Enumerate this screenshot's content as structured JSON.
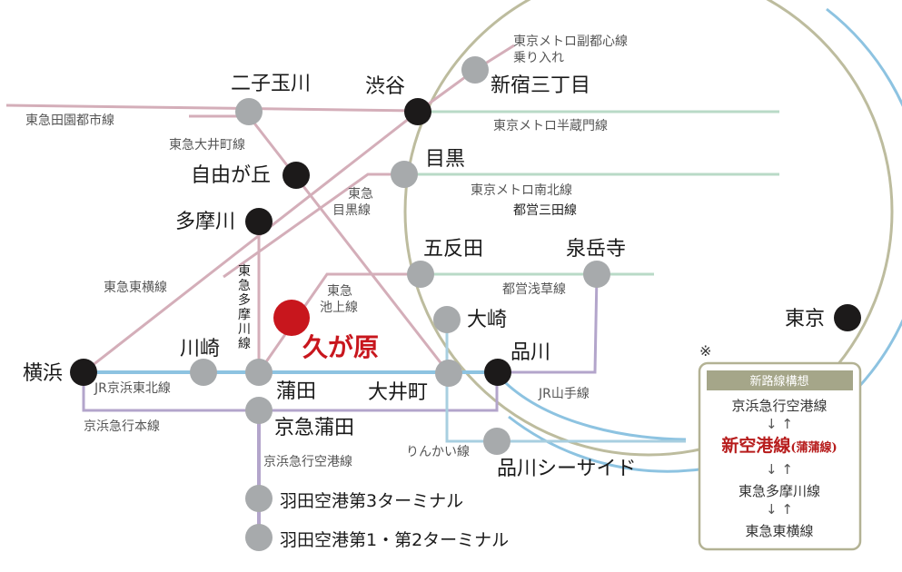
{
  "stations": {
    "futakotamagawa": "二子玉川",
    "shibuya": "渋谷",
    "shinjuku_sanchome": "新宿三丁目",
    "meguro": "目黒",
    "jiyugaoka": "自由が丘",
    "tamagawa": "多摩川",
    "gotanda": "五反田",
    "sengakuji": "泉岳寺",
    "osaki": "大崎",
    "tokyo": "東京",
    "kugahara": "久が原",
    "kawasaki": "川崎",
    "yokohama": "横浜",
    "kamata": "蒲田",
    "oimachi": "大井町",
    "shinagawa": "品川",
    "keikyu_kamata": "京急蒲田",
    "shinagawa_seaside": "品川シーサイド",
    "haneda_t3": "羽田空港第3ターミナル",
    "haneda_t12": "羽田空港第1・第2ターミナル"
  },
  "lines": {
    "denentoshi": "東急田園都市線",
    "fukutoshin_1": "東京メトロ副都心線",
    "fukutoshin_2": "乗り入れ",
    "hanzomon": "東京メトロ半蔵門線",
    "oimachi": "東急大井町線",
    "meguro_line_1": "東急",
    "meguro_line_2": "目黒線",
    "namboku": "東京メトロ南北線",
    "mita": "都営三田線",
    "toyoko": "東急東横線",
    "tamagawa_line": [
      "東",
      "急",
      "多",
      "摩",
      "川",
      "線"
    ],
    "ikegami_1": "東急",
    "ikegami_2": "池上線",
    "asakusa": "都営浅草線",
    "keihin_tohoku": "JR京浜東北線",
    "yamanote": "JR山手線",
    "keikyu_main": "京浜急行本線",
    "rinkai": "りんかい線",
    "keikyu_airport": "京浜急行空港線"
  },
  "note_mark": "※",
  "legend": {
    "title": "新路線構想",
    "item1": "京浜急行空港線",
    "arrow": "↓ ↑",
    "new_line": "新空港線",
    "new_line_sub": "(蒲蒲線)",
    "item3": "東急多摩川線",
    "item4": "東急東横線"
  },
  "colors": {
    "tokyu": "#d4aeb9",
    "loop": "#bdbc9e",
    "metro_green": "#b9dac7",
    "jr_blue": "#8dc3e1",
    "purple": "#b3a5cb",
    "gray_station": "#a7aaac",
    "black_station": "#1c1a1a",
    "highlight": "#c8161d",
    "legend_title_bg": "#a5a689",
    "legend_border": "#b3b294"
  }
}
